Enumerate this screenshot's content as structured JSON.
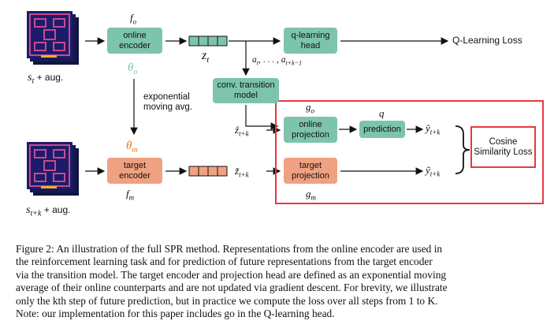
{
  "figure": {
    "labels": {
      "f_o": "f",
      "f_o_sub": "o",
      "theta_o": "θ",
      "theta_o_sub": "o",
      "z_t": "z",
      "z_t_sub": "t",
      "actions": "a",
      "actions_t": "t",
      "actions_mid": ", . . . , ",
      "actions_end": "a",
      "actions_end_sub": "t+k−1",
      "s_t": "s",
      "s_t_sub": "t",
      "s_t_aug": " + aug.",
      "s_tk": "s",
      "s_tk_sub": "t+k",
      "s_tk_aug": " + aug.",
      "ema": "exponential\nmoving avg.",
      "theta_m": "θ",
      "theta_m_sub": "m",
      "f_m": "f",
      "f_m_sub": "m",
      "zhat": "ẑ",
      "zhat_sub": "t+k",
      "ztilde": "z̃",
      "ztilde_sub": "t+k",
      "g_o": "g",
      "g_o_sub": "o",
      "q": "q",
      "yhat": "ŷ",
      "yhat_sub": "t+k",
      "ytilde": "ỹ",
      "ytilde_sub": "t+k",
      "g_m": "g",
      "g_m_sub": "m"
    },
    "boxes": {
      "online_encoder": "online\nencoder",
      "q_head": "q-learning\nhead",
      "q_loss": "Q-Learning Loss",
      "transition": "conv. transition\nmodel",
      "online_projection": "online\nprojection",
      "prediction": "prediction",
      "target_encoder": "target\nencoder",
      "target_projection": "target\nprojection",
      "cosine_loss": "Cosine\nSimilarity Loss"
    },
    "colors": {
      "online": "#7dc4ad",
      "target": "#f0a181",
      "highlight": "#e8373f",
      "theta_o": "#7dc4ad",
      "theta_m": "#e07b28"
    }
  },
  "caption": {
    "lines": [
      "Figure 2: An illustration of the full SPR method. Representations from the online encoder are used in",
      "the reinforcement learning task and for prediction of future representations from the target encoder",
      "via the transition model. The target encoder and projection head are defined as an exponential moving",
      "average of their online counterparts and are not updated via gradient descent. For brevity, we illustrate",
      "only the kth step of future prediction, but in practice we compute the loss over all steps from 1 to K.",
      "Note: our implementation for this paper includes go in the Q-learning head."
    ]
  }
}
